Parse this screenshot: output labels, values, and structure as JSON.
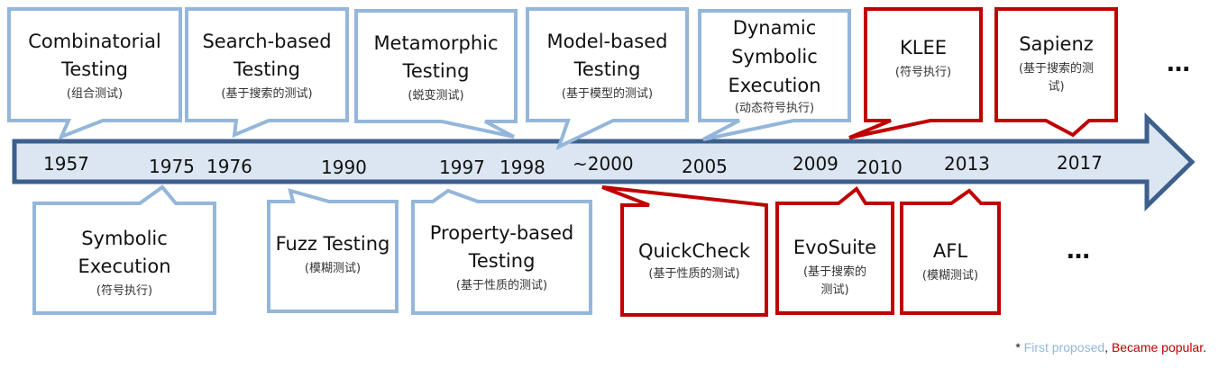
{
  "colors": {
    "first_proposed": "#94B6DA",
    "became_popular": "#C00000",
    "arrow_fill": "#DCE6F2",
    "arrow_stroke": "#3C5F8C"
  },
  "years": [
    "1957",
    "1975",
    "1976",
    "1990",
    "1997",
    "1998",
    "~2000",
    "2005",
    "2009",
    "2010",
    "2013",
    "2017"
  ],
  "above": [
    {
      "title": "Combinatorial Testing",
      "subtitle": "(组合测试)"
    },
    {
      "title": "Search-based Testing",
      "subtitle": "(基于搜索的测试)"
    },
    {
      "title": "Metamorphic Testing",
      "subtitle": "(蜕变测试)"
    },
    {
      "title": "Model-based Testing",
      "subtitle": "(基于模型的测试)"
    },
    {
      "title": "Dynamic Symbolic Execution",
      "subtitle": "(动态符号执行)"
    },
    {
      "title": "KLEE",
      "subtitle": "(符号执行)"
    },
    {
      "title": "Sapienz",
      "subtitle": "(基于搜索的测试)"
    }
  ],
  "below": [
    {
      "title": "Symbolic Execution",
      "subtitle": "(符号执行)"
    },
    {
      "title": "Fuzz Testing",
      "subtitle": "(模糊测试)"
    },
    {
      "title": "Property-based Testing",
      "subtitle": "(基于性质的测试)"
    },
    {
      "title": "QuickCheck",
      "subtitle": "(基于性质的测试)"
    },
    {
      "title": "EvoSuite",
      "subtitle": "(基于搜索的测试)"
    },
    {
      "title": "AFL",
      "subtitle": "(模糊测试)"
    }
  ],
  "continuation": "…",
  "legend": {
    "prefix": "* ",
    "first_proposed": "First proposed",
    "separator": ", ",
    "became_popular": "Became popular",
    "suffix": "."
  }
}
